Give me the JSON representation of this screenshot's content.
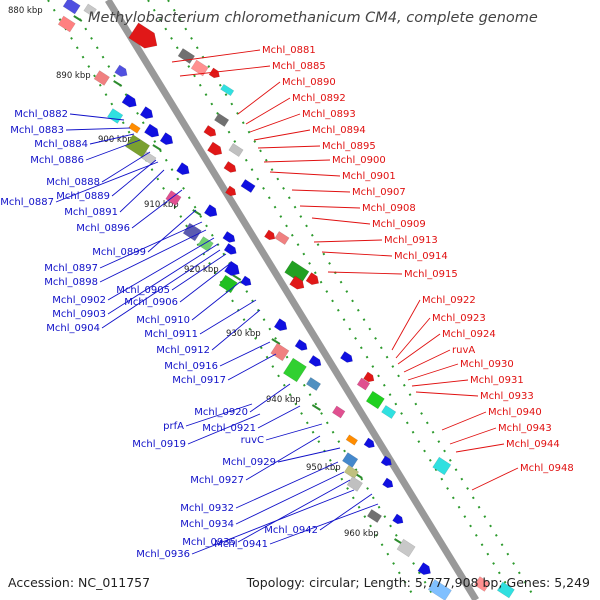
{
  "title": "Methylobacterium chloromethanicum CM4, complete genome",
  "footer": {
    "accession": "Accession: NC_011757",
    "topology": "Topology: circular; Length: 5,777,908 bp; Genes: 5,249"
  },
  "colors": {
    "right_label": "#e01010",
    "left_label": "#1010c8",
    "axis": "#999999",
    "tick": "#2d8c2d"
  },
  "scale": [
    "880 kbp",
    "890 kbp",
    "900 kbp",
    "910 kbp",
    "920 kbp",
    "930 kbp",
    "940 kbp",
    "950 kbp",
    "960 kbp"
  ],
  "right_labels": [
    "Mchl_0881",
    "Mchl_0885",
    "Mchl_0890",
    "Mchl_0892",
    "Mchl_0893",
    "Mchl_0894",
    "Mchl_0895",
    "Mchl_0900",
    "Mchl_0901",
    "Mchl_0907",
    "Mchl_0908",
    "Mchl_0909",
    "Mchl_0913",
    "Mchl_0914",
    "Mchl_0915",
    "Mchl_0922",
    "Mchl_0923",
    "Mchl_0924",
    "ruvA",
    "Mchl_0930",
    "Mchl_0931",
    "Mchl_0933",
    "Mchl_0940",
    "Mchl_0943",
    "Mchl_0944",
    "Mchl_0948"
  ],
  "left_labels": [
    "Mchl_0882",
    "Mchl_0883",
    "Mchl_0884",
    "Mchl_0886",
    "Mchl_0888",
    "Mchl_0889",
    "Mchl_0887",
    "Mchl_0891",
    "Mchl_0896",
    "Mchl_0899",
    "Mchl_0897",
    "Mchl_0898",
    "Mchl_0905",
    "Mchl_0906",
    "Mchl_0902",
    "Mchl_0903",
    "Mchl_0910",
    "Mchl_0904",
    "Mchl_0911",
    "Mchl_0912",
    "Mchl_0916",
    "Mchl_0917",
    "Mchl_0920",
    "prfA",
    "Mchl_0921",
    "Mchl_0919",
    "ruvC",
    "Mchl_0929",
    "Mchl_0927",
    "Mchl_0932",
    "Mchl_0934",
    "Mchl_0942",
    "Mchl_0935",
    "Mchl_0941",
    "Mchl_0936"
  ]
}
